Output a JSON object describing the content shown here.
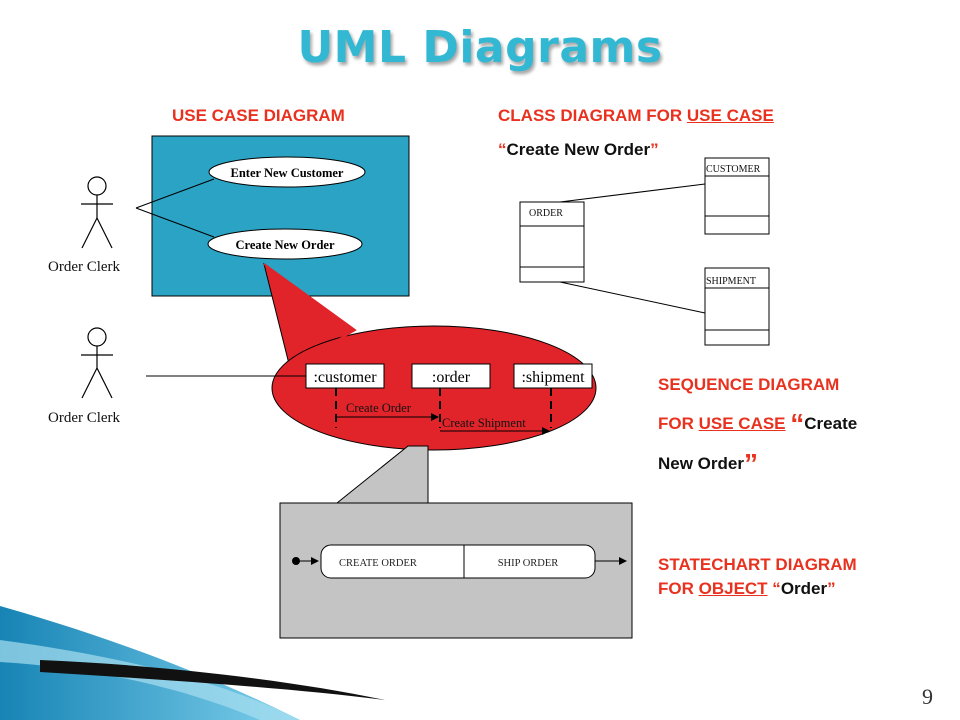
{
  "slide": {
    "title": "UML Diagrams",
    "page_number": "9"
  },
  "use_case": {
    "heading": "USE CASE DIAGRAM",
    "actor_label": "Order Clerk",
    "case_1": "Enter New Customer",
    "case_2": "Create New Order"
  },
  "class_diagram": {
    "heading_prefix": "CLASS DIAGRAM FOR ",
    "heading_link": "USE CASE",
    "open_quote": "“",
    "case_name": "Create New Order",
    "close_quote": "”",
    "classes": {
      "order": "ORDER",
      "customer": "CUSTOMER",
      "shipment": "SHIPMENT"
    }
  },
  "sequence": {
    "actor_label": "Order Clerk",
    "objects": {
      "customer": ":customer",
      "order": ":order",
      "shipment": ":shipment"
    },
    "messages": {
      "create_order": "Create Order",
      "create_shipment": "Create Shipment"
    },
    "heading_line1": "SEQUENCE DIAGRAM",
    "heading_for": "FOR ",
    "heading_link": "USE CASE",
    "open_quote": "“",
    "case_part1": "Create",
    "case_part2": "New Order",
    "close_quote": "”"
  },
  "statechart": {
    "states": {
      "create_order": "CREATE ORDER",
      "ship_order": "SHIP ORDER"
    },
    "heading_line1": "STATECHART DIAGRAM",
    "heading_for": "FOR ",
    "heading_link": "OBJECT",
    "open_quote": " “",
    "object_name": "Order",
    "close_quote": "”"
  },
  "colors": {
    "title": "#33b8d4",
    "heading": "#e8321f",
    "use_case_box": "#2aa3c4",
    "callout": "#e1242a",
    "statechart_box": "#c4c4c4"
  }
}
